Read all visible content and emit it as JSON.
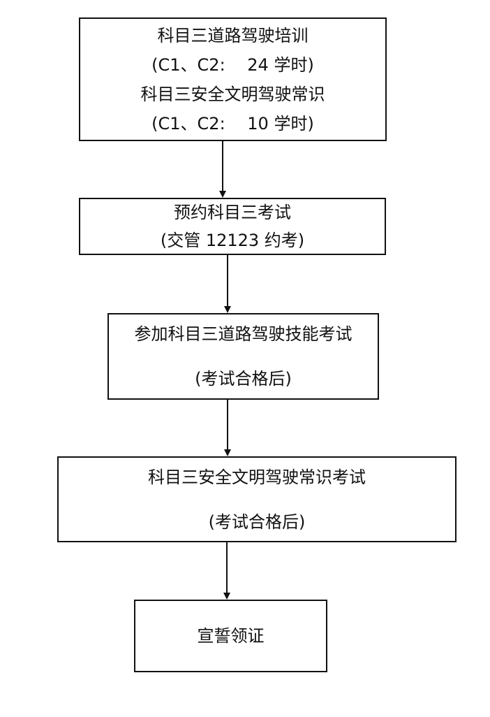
{
  "flowchart": {
    "steps": [
      {
        "lines": [
          "科目三道路驾驶培训",
          "(C1、C2:  24 学时)",
          "科目三安全文明驾驶常识",
          "(C1、C2:  10 学时)"
        ]
      },
      {
        "lines": [
          "预约科目三考试",
          "(交管 12123 约考)"
        ]
      },
      {
        "lines": [
          "参加科目三道路驾驶技能考试",
          "(考试合格后)"
        ]
      },
      {
        "lines": [
          "科目三安全文明驾驶常识考试",
          "(考试合格后)"
        ]
      },
      {
        "lines": [
          "宣誓领证"
        ]
      }
    ]
  },
  "colors": {
    "stroke": "#111111",
    "background": "#ffffff"
  }
}
